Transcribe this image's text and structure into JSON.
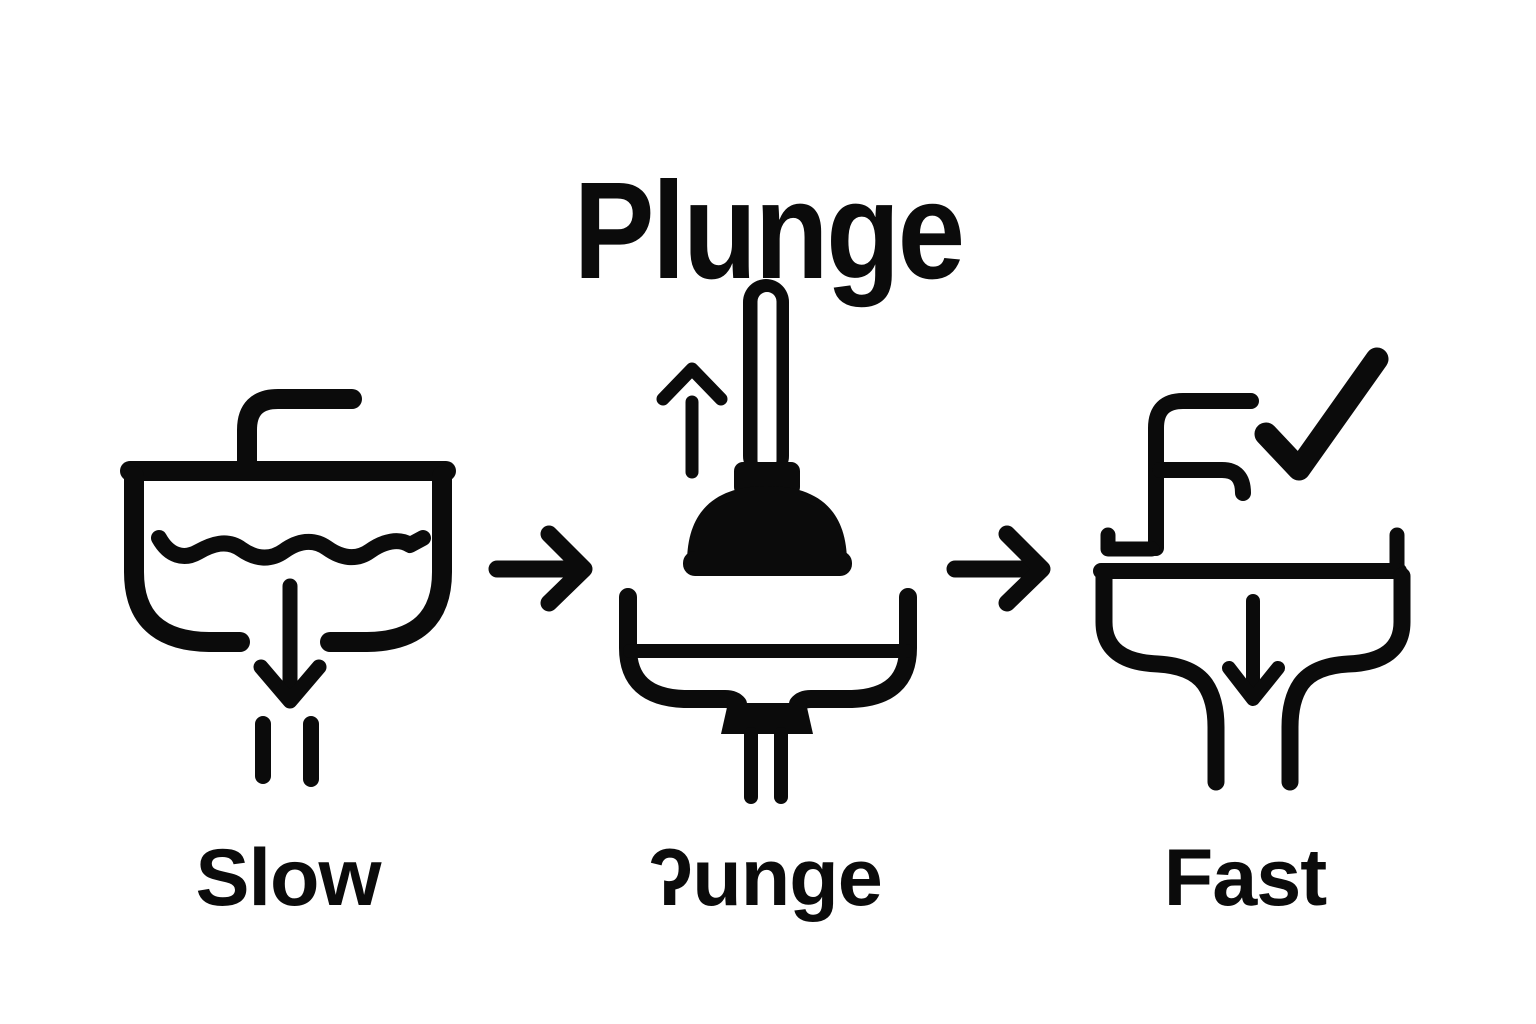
{
  "title": "Plunge",
  "colors": {
    "ink": "#0b0b0b",
    "background": "#ffffff"
  },
  "steps": [
    {
      "id": "slow",
      "label": "Slow",
      "icon": "clogged-sink-slow-drain-icon",
      "elements": [
        "faucet-icon",
        "wavy-water-line",
        "down-arrow-icon",
        "drip-marks"
      ]
    },
    {
      "id": "plunge",
      "label": "ʔunge",
      "icon": "plunger-over-drain-icon",
      "elements": [
        "up-arrow-icon",
        "plunger-icon",
        "sink-cross-section",
        "drain-pipes"
      ]
    },
    {
      "id": "fast",
      "label": "Fast",
      "icon": "clear-sink-fast-drain-icon",
      "elements": [
        "faucet-icon",
        "checkmark-icon",
        "down-arrow-icon",
        "drain-pipes"
      ]
    }
  ],
  "connectors": [
    {
      "icon": "right-arrow-icon"
    },
    {
      "icon": "right-arrow-icon"
    }
  ]
}
